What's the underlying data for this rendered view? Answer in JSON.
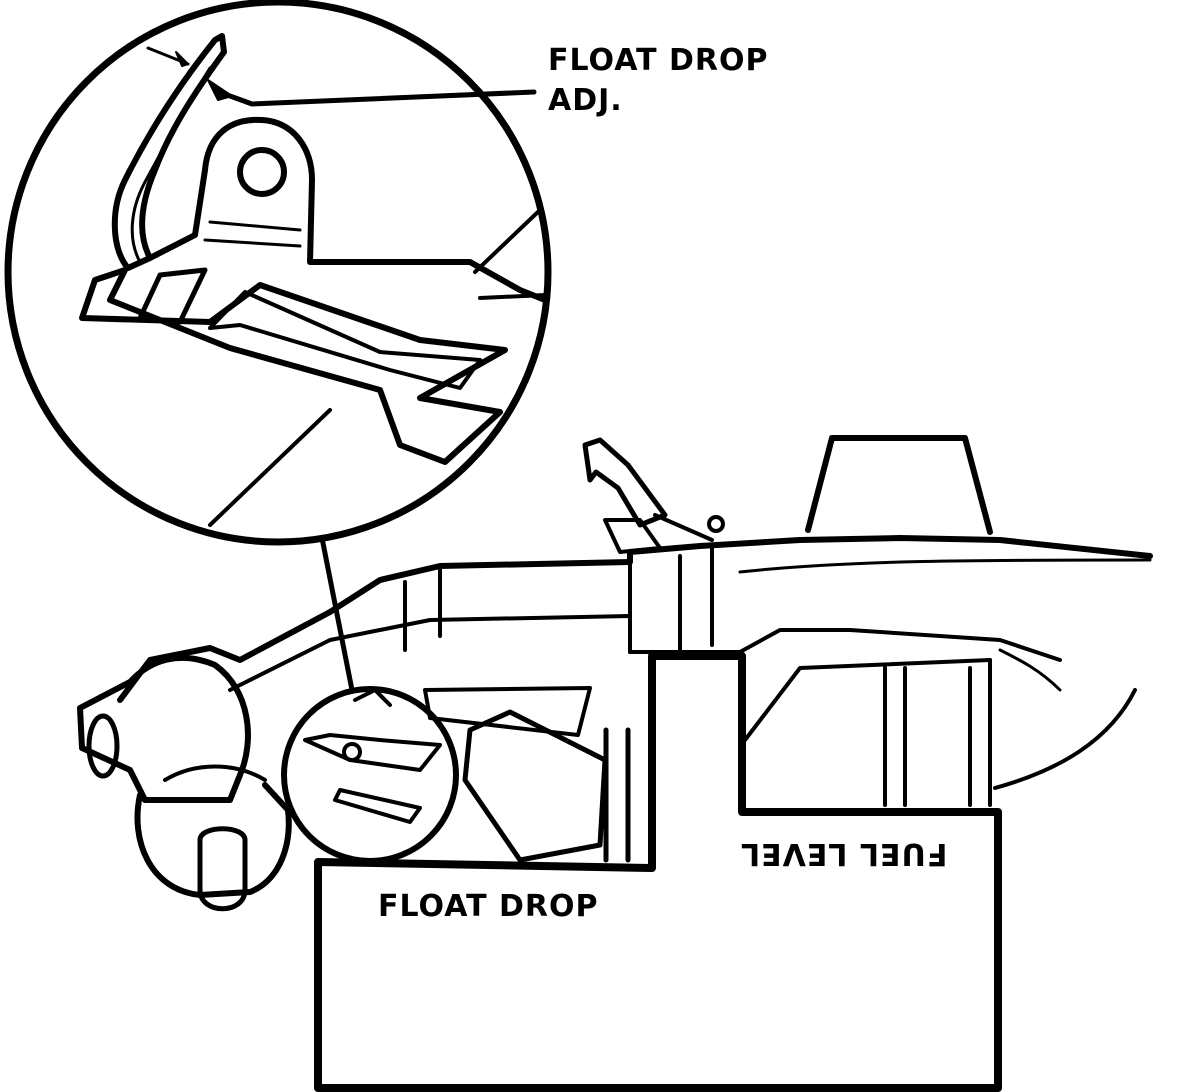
{
  "labels": {
    "float_drop_adj_line1": "FLOAT DROP",
    "float_drop_adj_line2": "ADJ.",
    "float_drop": "FLOAT DROP",
    "fuel_level": "FUEL LEVEL"
  },
  "colors": {
    "ink": "#000000",
    "paper": "#ffffff"
  }
}
